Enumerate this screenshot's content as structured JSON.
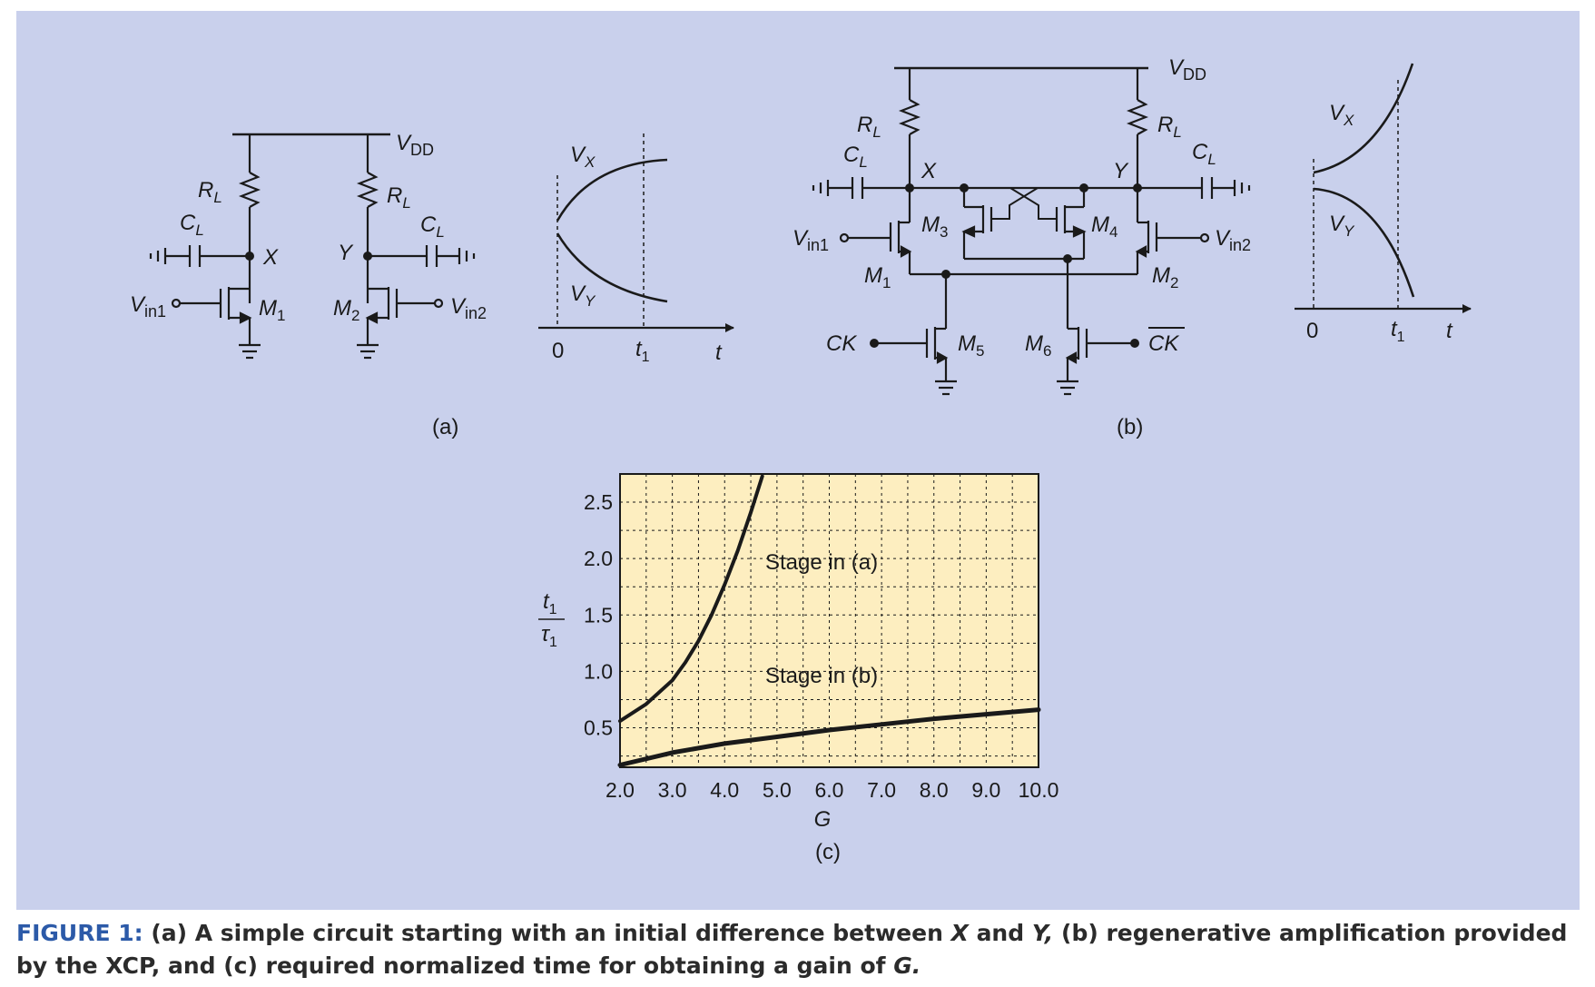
{
  "colors": {
    "panel_bg": "#c9d0ec",
    "plot_bg": "#fdeec0",
    "ink": "#1a1a1a",
    "caption_lead": "#2c5aa8",
    "caption_text": "#2b2b2b"
  },
  "circuit_a": {
    "vdd": "V",
    "vdd_sub": "DD",
    "rl_left": "R",
    "rl_left_sub": "L",
    "rl_right": "R",
    "rl_right_sub": "L",
    "cl_left": "C",
    "cl_left_sub": "L",
    "cl_right": "C",
    "cl_right_sub": "L",
    "node_x": "X",
    "node_y": "Y",
    "vin1": "V",
    "vin1_sub": "in1",
    "vin2": "V",
    "vin2_sub": "in2",
    "m1": "M",
    "m1_sub": "1",
    "m2": "M",
    "m2_sub": "2",
    "label": "(a)"
  },
  "waveform_a": {
    "vx": "V",
    "vx_sub": "X",
    "vy": "V",
    "vy_sub": "Y",
    "zero": "0",
    "t1": "t",
    "t1_sub": "1",
    "t": "t"
  },
  "circuit_b": {
    "vdd": "V",
    "vdd_sub": "DD",
    "rl_left": "R",
    "rl_left_sub": "L",
    "rl_right": "R",
    "rl_right_sub": "L",
    "cl_left": "C",
    "cl_left_sub": "L",
    "cl_right": "C",
    "cl_right_sub": "L",
    "node_x": "X",
    "node_y": "Y",
    "vin1": "V",
    "vin1_sub": "in1",
    "vin2": "V",
    "vin2_sub": "in2",
    "m1": "M",
    "m1_sub": "1",
    "m2": "M",
    "m2_sub": "2",
    "m3": "M",
    "m3_sub": "3",
    "m4": "M",
    "m4_sub": "4",
    "m5": "M",
    "m5_sub": "5",
    "m6": "M",
    "m6_sub": "6",
    "ck": "CK",
    "ck_bar": "CK",
    "label": "(b)"
  },
  "waveform_b": {
    "vx": "V",
    "vx_sub": "X",
    "vy": "V",
    "vy_sub": "Y",
    "zero": "0",
    "t1": "t",
    "t1_sub": "1",
    "t": "t"
  },
  "chart_data": {
    "type": "line",
    "xlabel": "G",
    "ylabel_num": "t",
    "ylabel_num_sub": "1",
    "ylabel_den": "τ",
    "ylabel_den_sub": "1",
    "xlim": [
      2.0,
      10.0
    ],
    "ylim": [
      0.15,
      2.75
    ],
    "xticks": [
      "2.0",
      "3.0",
      "4.0",
      "5.0",
      "6.0",
      "7.0",
      "8.0",
      "9.0",
      "10.0"
    ],
    "yticks": [
      "0.5",
      "1.0",
      "1.5",
      "2.0",
      "2.5"
    ],
    "grid": true,
    "label": "(c)",
    "series": [
      {
        "name": "Stage in (a)",
        "x": [
          2.0,
          2.5,
          3.0,
          3.25,
          3.5,
          3.75,
          4.0,
          4.25,
          4.5,
          4.72
        ],
        "y": [
          0.56,
          0.71,
          0.92,
          1.08,
          1.27,
          1.5,
          1.77,
          2.07,
          2.41,
          2.73
        ]
      },
      {
        "name": "Stage in (b)",
        "x": [
          2.0,
          3.0,
          4.0,
          5.0,
          6.0,
          7.0,
          8.0,
          9.0,
          10.0
        ],
        "y": [
          0.17,
          0.28,
          0.36,
          0.42,
          0.48,
          0.53,
          0.58,
          0.62,
          0.66
        ]
      }
    ]
  },
  "caption": {
    "lead": "FIGURE 1:",
    "part1": " (a) A simple circuit starting with an initial difference between ",
    "x": "X",
    "and": " and ",
    "y": "Y,",
    "part2": " (b) regenerative amplification provided by the XCP, and (c) required normalized time for obtaining a gain of ",
    "g": "G."
  }
}
